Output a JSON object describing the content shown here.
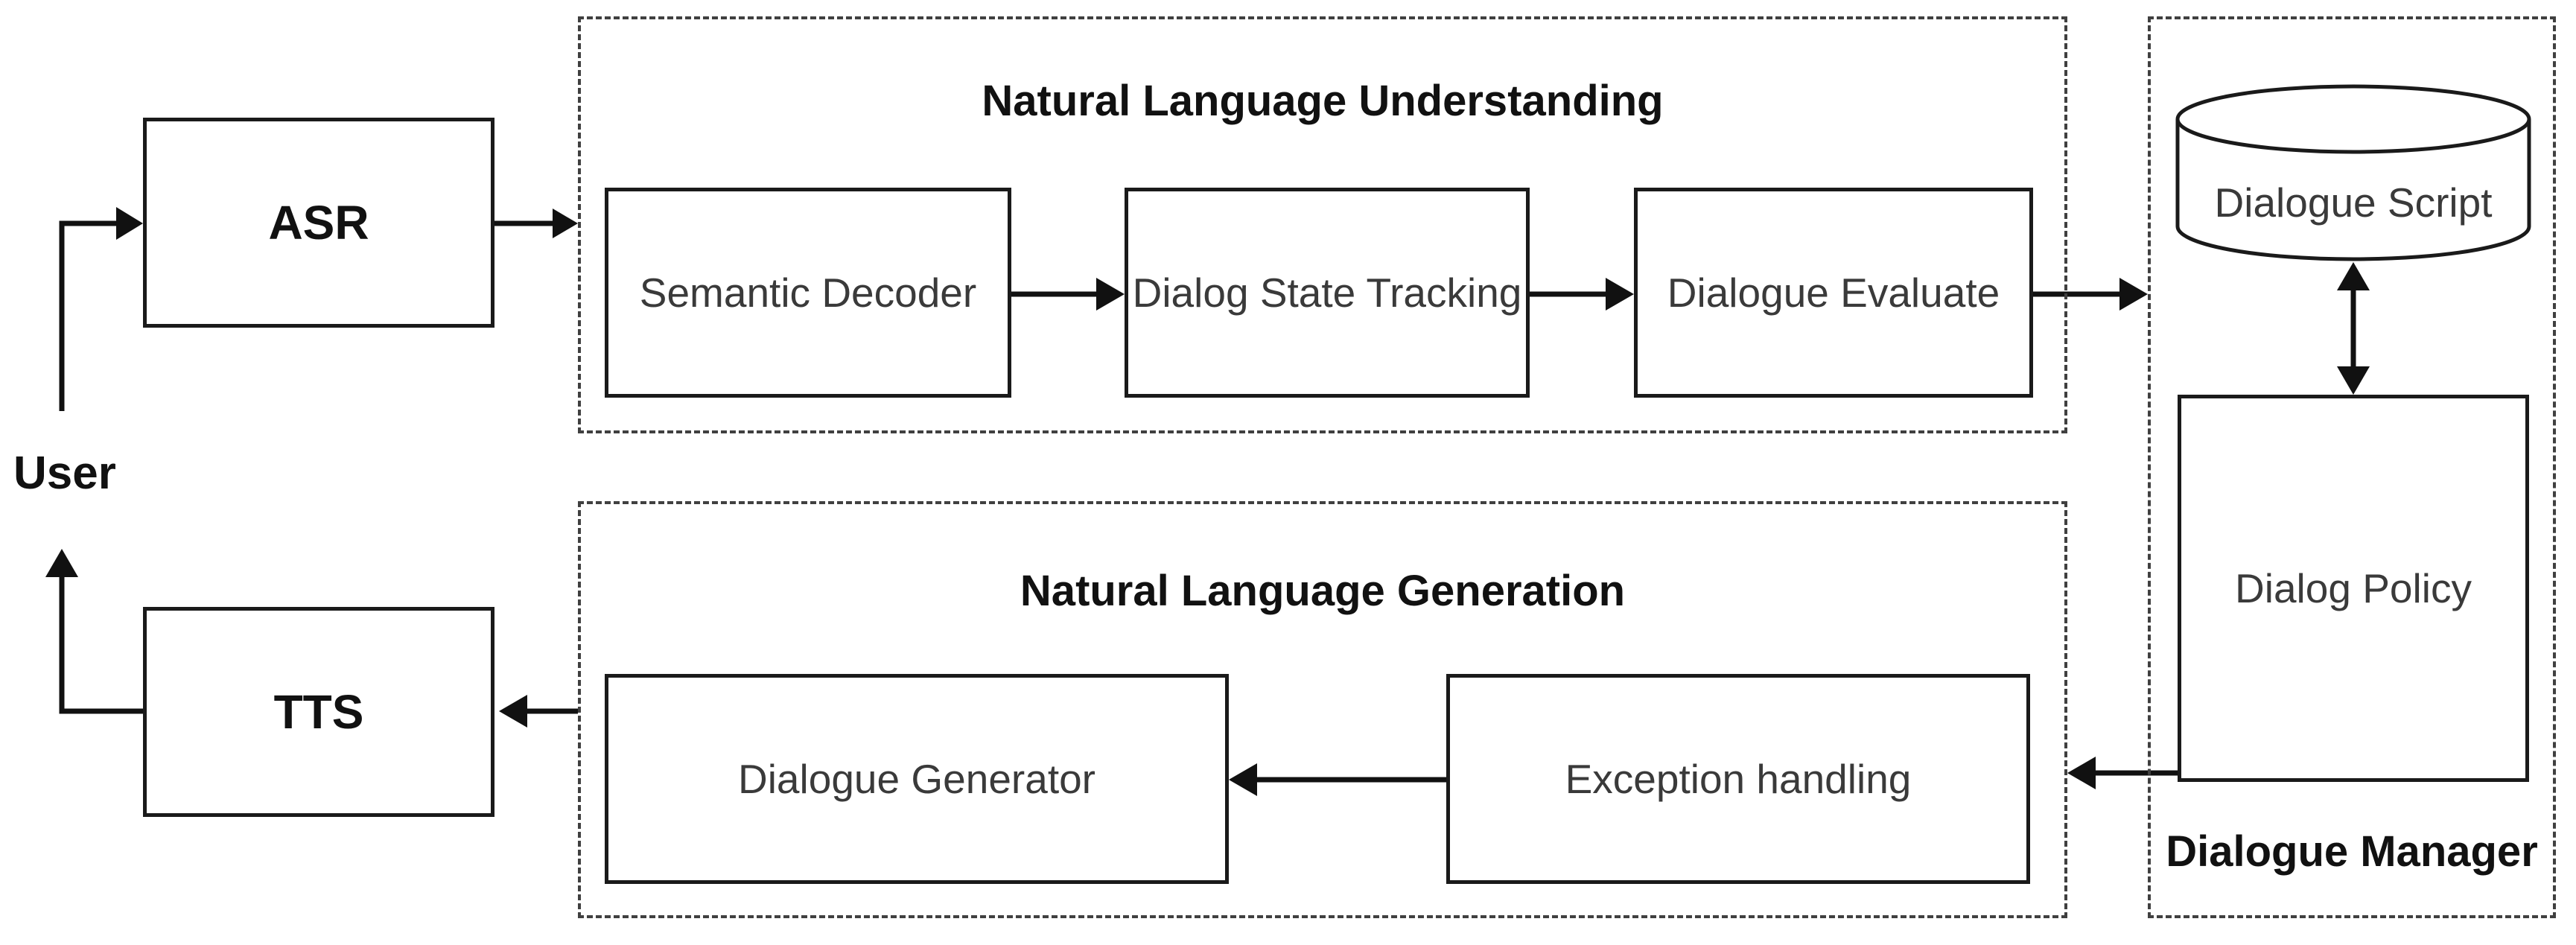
{
  "user_label": "User",
  "asr_label": "ASR",
  "tts_label": "TTS",
  "nlu": {
    "title": "Natural Language Understanding",
    "semantic_decoder": "Semantic Decoder",
    "dialog_state_tracking": "Dialog State Tracking",
    "dialogue_evaluate": "Dialogue Evaluate"
  },
  "nlg": {
    "title": "Natural Language Generation",
    "dialogue_generator": "Dialogue Generator",
    "exception_handling": "Exception handling"
  },
  "dm": {
    "title": "Dialogue Manager",
    "dialogue_script": "Dialogue Script",
    "dialog_policy": "Dialog Policy"
  }
}
